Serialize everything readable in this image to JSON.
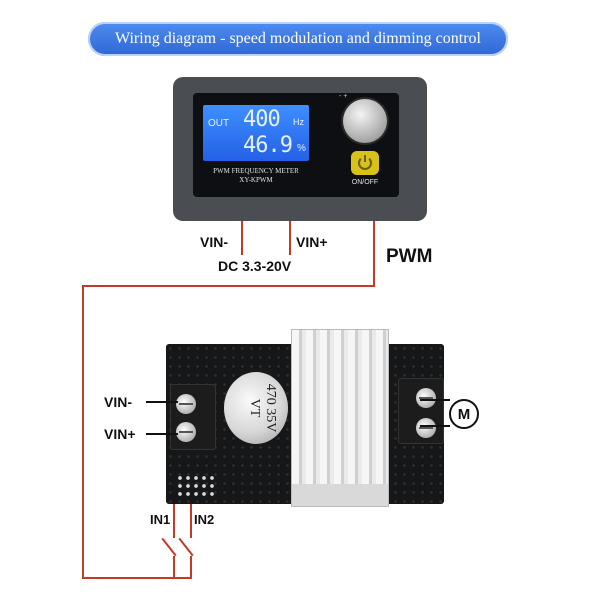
{
  "banner": {
    "title": "Wiring diagram - speed modulation and dimming control"
  },
  "meter": {
    "lcd_out": "OUT",
    "lcd_frequency": "400",
    "lcd_frequency_unit": "Hz",
    "lcd_duty": "46.9",
    "lcd_duty_unit": "%",
    "label_line1": "PWM FREQUENCY METER",
    "label_line2": "XY-KPWM",
    "knob_marks": "-  +",
    "power_label": "ON/OFF"
  },
  "wiring": {
    "vin_minus_top": "VIN-",
    "vin_plus_top": "VIN+",
    "supply_range": "DC 3.3-20V",
    "pwm": "PWM",
    "vin_minus_board": "VIN-",
    "vin_plus_board": "VIN+",
    "in1": "IN1",
    "in2": "IN2",
    "motor": "M"
  },
  "board": {
    "capacitor_text": "470 35V VT"
  },
  "colors": {
    "wire": "#c43a28",
    "banner": "#3a74e0",
    "lcd": "#2f78f5"
  }
}
